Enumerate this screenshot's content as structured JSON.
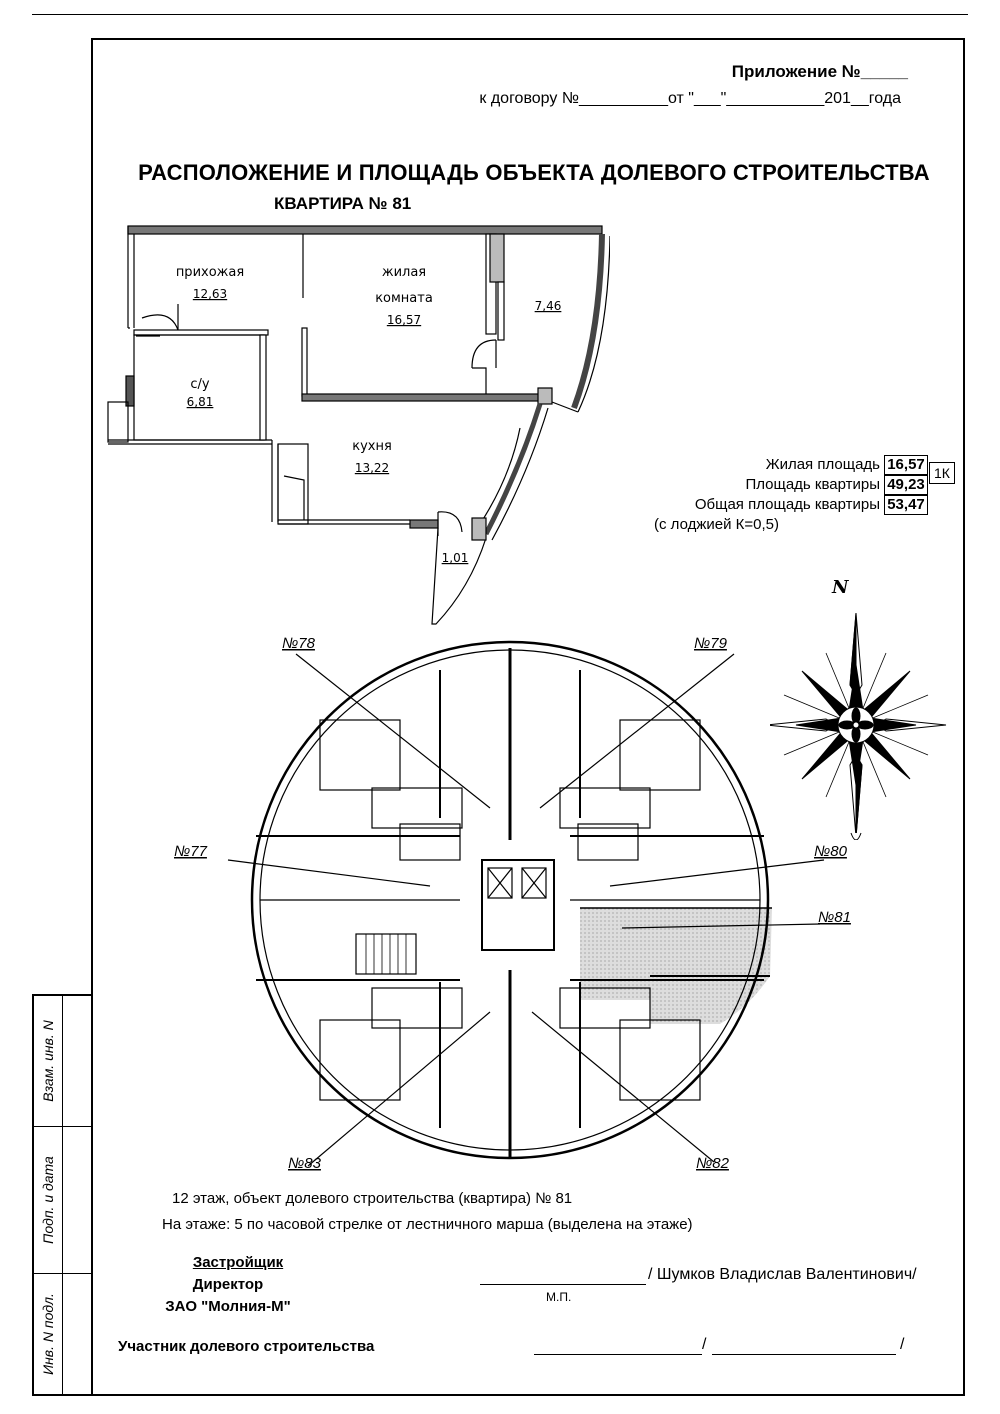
{
  "header": {
    "appendix": "Приложение №_____",
    "contract": "к договору №__________от \"___\"___________201__года"
  },
  "title": "РАСПОЛОЖЕНИЕ И ПЛОЩАДЬ ОБЪЕКТА ДОЛЕВОГО СТРОИТЕЛЬСТВА",
  "apartment_title": "КВАРТИРА № 81",
  "rooms": [
    {
      "name": "прихожая",
      "area": "12,63"
    },
    {
      "name": "жилая",
      "name2": "комната",
      "area": "16,57"
    },
    {
      "name": "",
      "area": "7,46"
    },
    {
      "name": "с/у",
      "area": "6,81"
    },
    {
      "name": "кухня",
      "area": "13,22"
    },
    {
      "name": "",
      "area": "1,01"
    }
  ],
  "stats": {
    "living_label": "Жилая площадь",
    "living_value": "16,57",
    "apt_label": "Площадь квартиры",
    "apt_value": "49,23",
    "total_label": "Общая площадь квартиры",
    "total_value": "53,47",
    "note": "(с лоджией К=0,5)",
    "badge": "1К"
  },
  "compass": {
    "north": "N"
  },
  "floor_labels": [
    "№78",
    "№79",
    "№77",
    "№80",
    "№81",
    "№83",
    "№82"
  ],
  "floor_info": {
    "line1": "12 этаж, объект долевого строительства (квартира) № 81",
    "line2": "На этаже:  5 по часовой стрелке от лестничного марша (выделена на этаже)"
  },
  "signatures": {
    "developer_label": "Застройщик",
    "director": "Директор",
    "company": "ЗАО \"Молния-М\"",
    "director_name": "/ Шумков Владислав Валентинович/",
    "stamp": "М.П.",
    "participant": "Участник долевого строительства",
    "slash1": "/",
    "slash2": "/"
  },
  "stamp_column": [
    "Взам. инв. N",
    "Подп. и дата",
    "Инв. N подл."
  ]
}
